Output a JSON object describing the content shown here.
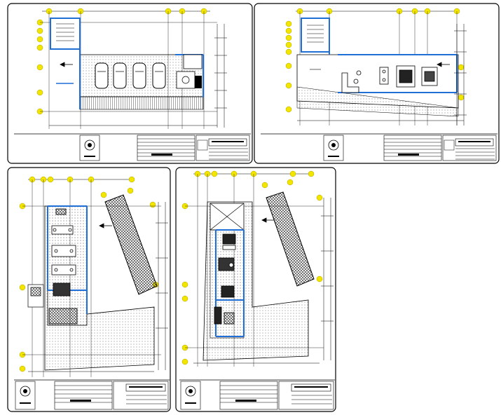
{
  "title": "",
  "colors": {
    "background": "#ffffff",
    "line": "#000000",
    "wall": "#1f6fd6",
    "grid_marker": "#f2e600",
    "hatch": "#555555"
  },
  "sheets": [
    {
      "id": "sheet-1",
      "content": "parking-ground-floor",
      "title_block": {
        "has_logo_seal": true
      }
    },
    {
      "id": "sheet-2",
      "content": "upper-floor-living",
      "title_block": {
        "has_logo_seal": true
      }
    },
    {
      "id": "sheet-3",
      "content": "site-plan-dining-kitchen",
      "title_block": {
        "has_logo_seal": true
      }
    },
    {
      "id": "sheet-4",
      "content": "site-plan-bedrooms",
      "title_block": {
        "has_logo_seal": true
      }
    }
  ],
  "icons": [
    "north-arrow-icon",
    "stair-icon",
    "car-icon",
    "furniture-icon",
    "grid-marker-icon"
  ]
}
